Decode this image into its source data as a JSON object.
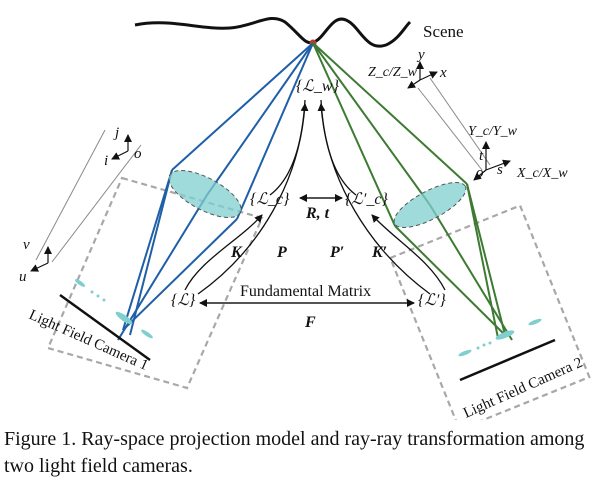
{
  "diagram": {
    "scene_label": "Scene",
    "world_set": "{ℒ_w}",
    "cam_set_left": "{ℒ_c}",
    "cam_set_right": "{ℒ′_c}",
    "lf_left": "{ℒ}",
    "lf_right": "{ℒ′}",
    "rt_label": "R, t",
    "k_label": "K",
    "k_prime_label": "K′",
    "p_label": "P",
    "p_prime_label": "P′",
    "fundamental_label": "Fundamental Matrix",
    "f_label": "F",
    "camera1_label": "Light Field Camera 1",
    "camera2_label": "Light Field Camera 2",
    "axes_world_top": {
      "z": "Z_c/Z_w",
      "y": "y",
      "x": "x"
    },
    "axes_cam2": {
      "y": "Y_c/Y_w",
      "t": "t",
      "o": "o",
      "s": "s",
      "x": "X_c/X_w"
    },
    "axes_cam1_jio": {
      "j": "j",
      "i": "i",
      "o": "o"
    },
    "axes_cam1_vu": {
      "v": "v",
      "u": "u"
    }
  },
  "colors": {
    "left_rays": "#1f5fa8",
    "right_rays": "#3d7a32",
    "lens_fill": "#7fcfcf",
    "camera_box": "#a8a8a8",
    "scene_point": "#c0392b"
  },
  "caption": "Figure 1. Ray-space projection model and ray-ray transformation among two light field cameras."
}
